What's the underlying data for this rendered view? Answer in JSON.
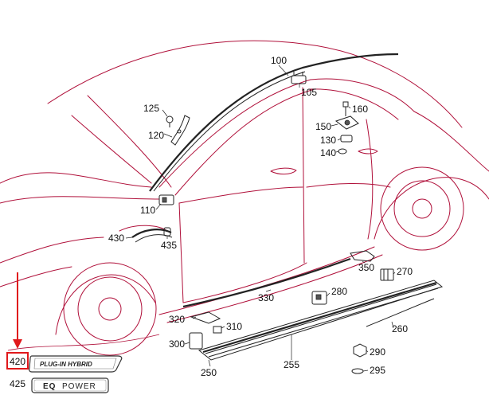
{
  "callouts": {
    "c100": "100",
    "c105": "105",
    "c110": "110",
    "c120": "120",
    "c125": "125",
    "c130": "130",
    "c140": "140",
    "c150": "150",
    "c160": "160",
    "c250": "250",
    "c255": "255",
    "c260": "260",
    "c270": "270",
    "c280": "280",
    "c290": "290",
    "c295": "295",
    "c300": "300",
    "c310": "310",
    "c320": "320",
    "c330": "330",
    "c350": "350",
    "c420": "420",
    "c425": "425",
    "c430": "430",
    "c435": "435"
  },
  "badges": {
    "plugin_hybrid": "PLUG-IN HYBRID",
    "eq_prefix": "EQ",
    "eq_power": "POWER"
  },
  "colors": {
    "outline": "#b0103a",
    "highlight": "#e0181b",
    "parts": "#222222"
  }
}
